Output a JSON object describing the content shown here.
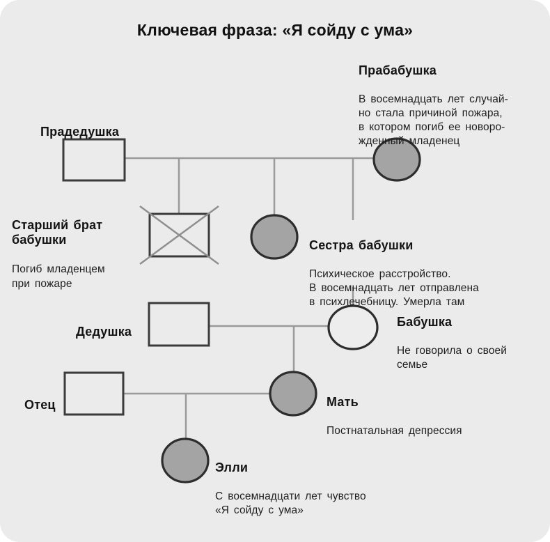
{
  "title": "Ключевая фраза: «Я сойду с ума»",
  "colors": {
    "background": "#ebebeb",
    "affected_fill": "#a4a4a4",
    "shape_outline": "#333333",
    "connector_line": "#9a9a9a"
  },
  "persons": {
    "great_grandfather": {
      "name": "Прадедушка",
      "note": ""
    },
    "great_grandmother": {
      "name": "Прабабушка",
      "note": "В восемнадцать лет случай-\nно стала причиной пожара,\nв котором погиб ее новоро-\nжденный младенец"
    },
    "grandmothers_older_brother": {
      "name": "Старший брат\nбабушки",
      "note": "Погиб младенцем\nпри пожаре"
    },
    "grandmothers_sister": {
      "name": "Сестра бабушки",
      "note": "Психическое расстройство.\nВ восемнадцать лет отправлена\nв психлечебницу. Умерла там"
    },
    "grandfather": {
      "name": "Дедушка",
      "note": ""
    },
    "grandmother": {
      "name": "Бабушка",
      "note": "Не говорила о своей\nсемье"
    },
    "father": {
      "name": "Отец",
      "note": ""
    },
    "mother": {
      "name": "Мать",
      "note": "Постнатальная депрессия"
    },
    "ellie": {
      "name": "Элли",
      "note": "С восемнадцати лет чувство\n«Я сойду с ума»"
    }
  }
}
